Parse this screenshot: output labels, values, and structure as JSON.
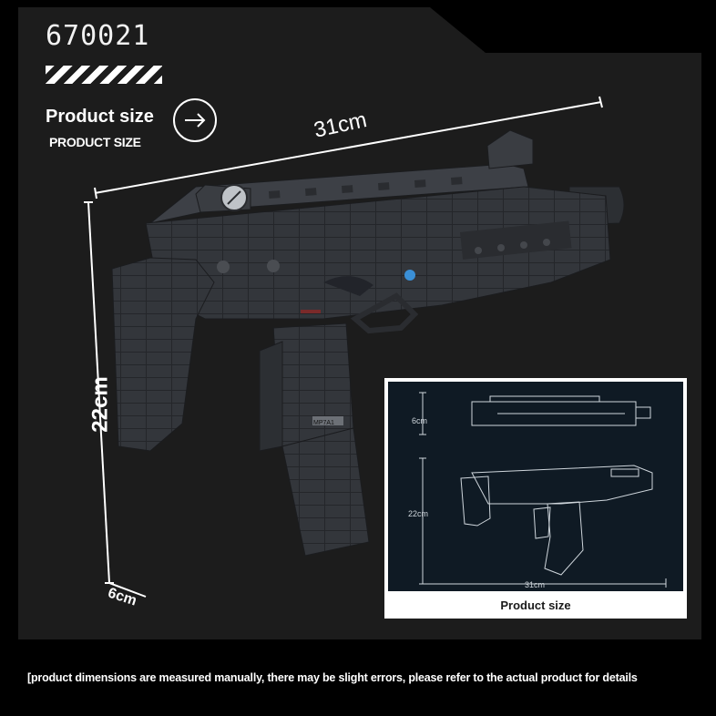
{
  "header": {
    "code": "670021",
    "product_size_title": "Product size",
    "product_size_sub": "PRODUCT SIZE"
  },
  "icons": {
    "arrow": "arrow-right-icon"
  },
  "dimensions": {
    "width_label": "31cm",
    "height_label": "22cm",
    "depth_label": "6cm"
  },
  "product": {
    "magazine_label": "MP7A1"
  },
  "inset": {
    "top_dim": "6cm",
    "side_dim": "22cm",
    "bottom_dim": "31cm",
    "caption": "Product size"
  },
  "footer": {
    "disclaimer": "[product dimensions are measured manually, there may be slight errors, please refer to the actual product for details"
  },
  "colors": {
    "background": "#000000",
    "panel": "#1c1c1c",
    "inset_bg": "#0f1a24",
    "brick": "#3a3d42"
  }
}
